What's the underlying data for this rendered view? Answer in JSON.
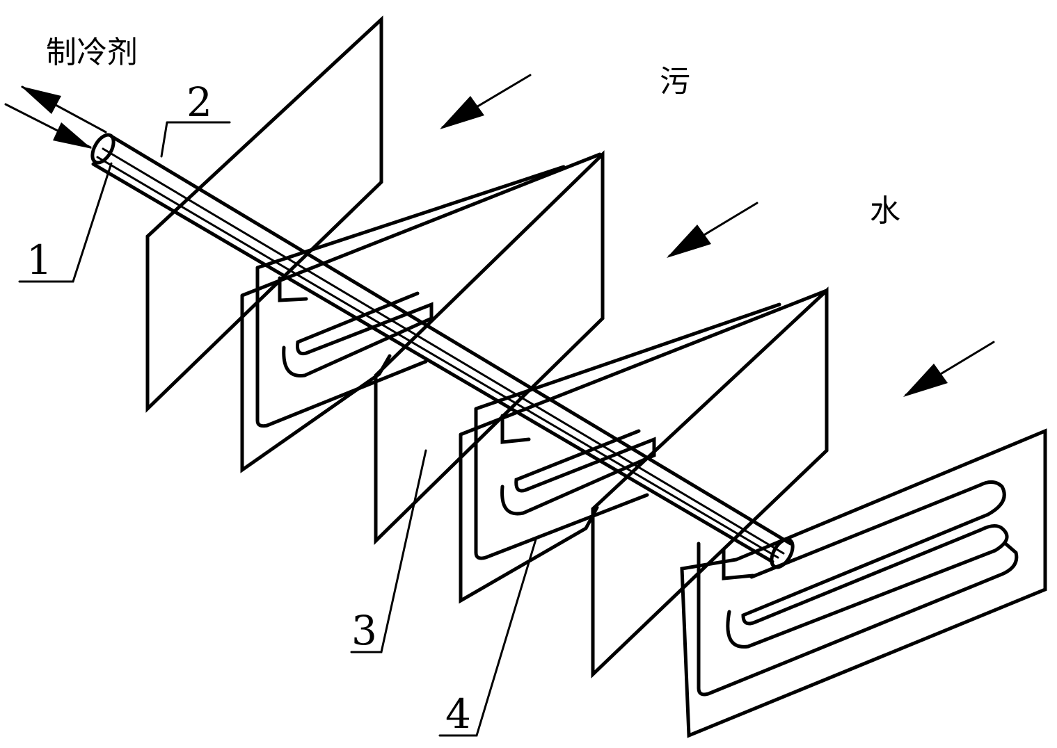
{
  "labels": {
    "refrigerant": "制冷剂",
    "sewage_char1": "污",
    "sewage_char2": "水",
    "part1": "1",
    "part2": "2",
    "part3": "3",
    "part4": "4"
  },
  "colors": {
    "line": "#000000",
    "background": "#ffffff"
  }
}
